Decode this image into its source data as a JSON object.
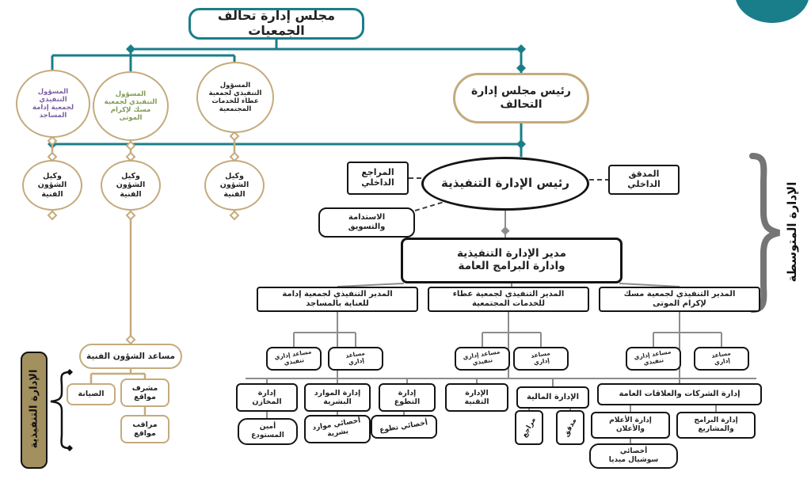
{
  "colors": {
    "teal": "#1a7e8a",
    "tan": "#c4ab7d",
    "purple": "#7b5fa3",
    "green": "#7f9b53",
    "left_tag_fill": "#a3905f",
    "brace_gray": "#757575"
  },
  "nodes": {
    "board": {
      "label": "مجلس إدارة تحالف الجمعيات"
    },
    "chairman": {
      "label": "رئيس مجلس إدارة\nالتحالف"
    },
    "exec_masajid": {
      "label": "المسؤول\nالتنفيذي\nلجمعية إدامة\nالمساجد"
    },
    "exec_misk": {
      "label": "المسؤول\nالتنفيذي لجمعية\nمسك لإكرام\nالموتى"
    },
    "exec_ataa": {
      "label": "المسؤول\nالتنفيذي لجمعية\nعطاء للخدمات\nالمجتمعية"
    },
    "wakil": {
      "label": "وكيل\nالشؤون\nالفنية"
    },
    "ceo": {
      "label": "رئيس الإدارة التنفيذية"
    },
    "internal_auditor": {
      "label": "المدقق\nالداخلي"
    },
    "internal_reviewer": {
      "label": "المراجع\nالداخلي"
    },
    "sustainability": {
      "label": "الاستدامة\nوالتسويق"
    },
    "exec_director": {
      "label": "مدير الإدارة التنفيذية\nوادارة البرامج العامة"
    },
    "ed_misk": {
      "label": "المدير التنفيذي لجمعية مسك\nلإكرام الموتى"
    },
    "ed_ataa": {
      "label": "المدير التنفيذي لجمعية عطاء\nللخدمات المجتمعية"
    },
    "ed_idama": {
      "label": "المدير التنفيذي لجمعية إدامة\nللعناية بالمساجد"
    },
    "asst_exec": {
      "label": "مساعد إداري\nتنفيذي"
    },
    "asst_admin": {
      "label": "مساعد\nإداري"
    },
    "dept_companies": {
      "label": "إدارة الشركات والعلاقات العامة"
    },
    "dept_finance": {
      "label": "الإدارة المالية"
    },
    "dept_tech": {
      "label": "الإدارة\nالتقنية"
    },
    "dept_volunteer": {
      "label": "إدارة\nالتطوع"
    },
    "dept_hr": {
      "label": "إدارة الموارد\nالبشرية"
    },
    "dept_warehouse": {
      "label": "إدارة\nالمخازن"
    },
    "media_dept": {
      "label": "إدارة الأعلام\nوالأعلان"
    },
    "programs_dept": {
      "label": "إدارة البرامج\nوالمشاريع"
    },
    "social_media": {
      "label": "أخصائي\nسوشيال ميديا"
    },
    "auditor": {
      "label": "مدقق"
    },
    "reviewer": {
      "label": "مراجع"
    },
    "volunteer_spec": {
      "label": "أخصائي تطوع"
    },
    "hr_spec": {
      "label": "أخصائي موارد\nبشرية"
    },
    "warehouse_keeper": {
      "label": "أمين\nالمستودع"
    },
    "tech_assistant": {
      "label": "مساعد الشؤون الفنية"
    },
    "maintenance": {
      "label": "الصيانة"
    },
    "site_supervisor": {
      "label": "مشرف\nمواقع"
    },
    "site_monitor": {
      "label": "مراقب\nمواقع"
    }
  },
  "labels": {
    "middle_management": "الإدارة المتوسطة",
    "operational_management": "الإدارة التنفيذية"
  }
}
